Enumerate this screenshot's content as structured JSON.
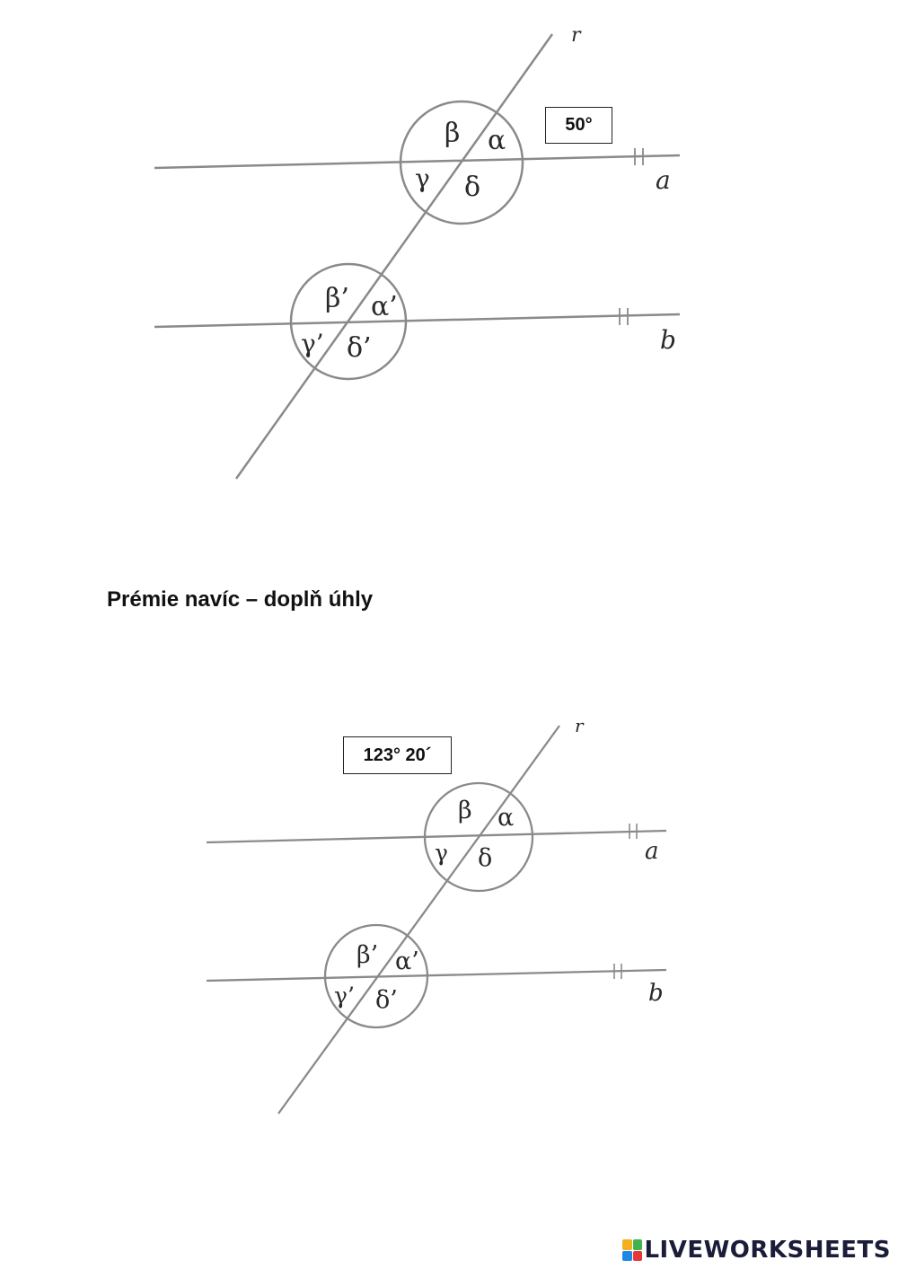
{
  "figure1": {
    "labels": {
      "alpha": "α",
      "beta": "β",
      "gamma": "γ",
      "delta": "δ",
      "alpha_p": "α’",
      "beta_p": "β’",
      "gamma_p": "γ’",
      "delta_p": "δ’",
      "line_a": "a",
      "line_b": "b",
      "line_t": "r"
    },
    "given_value": "50°"
  },
  "heading": "Prémie navíc – doplň úhly",
  "figure2": {
    "labels": {
      "alpha": "α",
      "beta": "β",
      "gamma": "γ",
      "delta": "δ",
      "alpha_p": "α’",
      "beta_p": "β’",
      "gamma_p": "γ’",
      "delta_p": "δ’",
      "line_a": "a",
      "line_b": "b",
      "line_t": "r"
    },
    "given_value": "123° 20´"
  },
  "brand": {
    "text": "LIVEWORKSHEETS",
    "logo_colors": [
      "#f2b01e",
      "#3fb34f",
      "#1e88e5",
      "#e53935"
    ]
  },
  "colors": {
    "line": "#8a8a8a",
    "text": "#2a2a2a"
  }
}
